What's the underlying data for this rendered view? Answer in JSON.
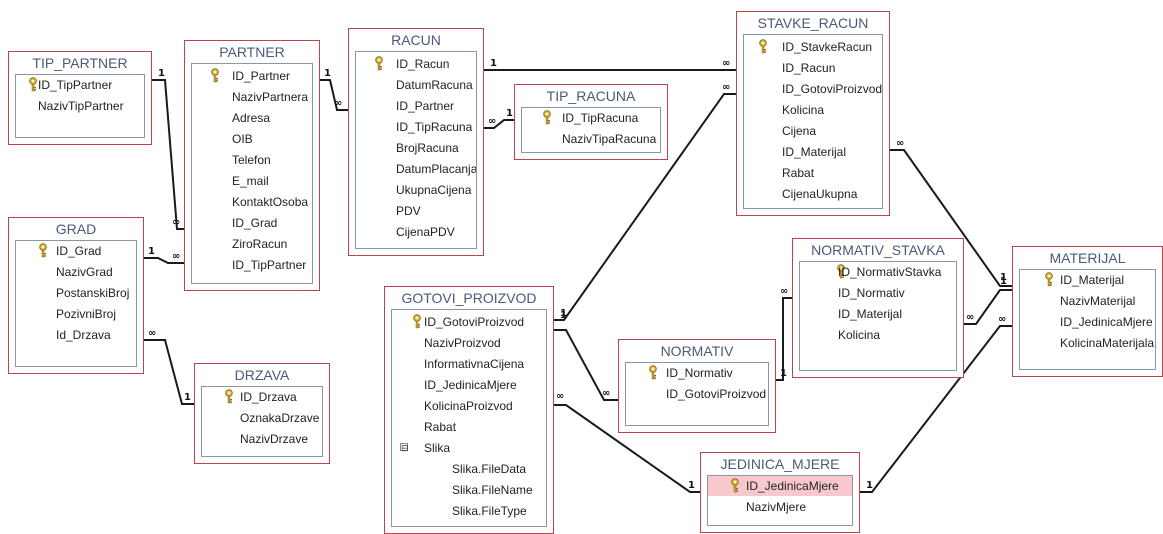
{
  "tables": [
    {
      "id": "tip_partner",
      "title": "TIP_PARTNER",
      "fields": [
        {
          "name": "ID_TipPartner",
          "key": true
        },
        {
          "name": "NazivTipPartner"
        }
      ]
    },
    {
      "id": "partner",
      "title": "PARTNER",
      "fields": [
        {
          "name": "ID_Partner",
          "key": true
        },
        {
          "name": "NazivPartnera"
        },
        {
          "name": "Adresa"
        },
        {
          "name": "OIB"
        },
        {
          "name": "Telefon"
        },
        {
          "name": "E_mail"
        },
        {
          "name": "KontaktOsoba"
        },
        {
          "name": "ID_Grad"
        },
        {
          "name": "ZiroRacun"
        },
        {
          "name": "ID_TipPartner"
        }
      ]
    },
    {
      "id": "racun",
      "title": "RACUN",
      "fields": [
        {
          "name": "ID_Racun",
          "key": true
        },
        {
          "name": "DatumRacuna"
        },
        {
          "name": "ID_Partner"
        },
        {
          "name": "ID_TipRacuna"
        },
        {
          "name": "BrojRacuna"
        },
        {
          "name": "DatumPlacanja"
        },
        {
          "name": "UkupnaCijena"
        },
        {
          "name": "PDV"
        },
        {
          "name": "CijenaPDV"
        }
      ]
    },
    {
      "id": "tip_racuna",
      "title": "TIP_RACUNA",
      "fields": [
        {
          "name": "ID_TipRacuna",
          "key": true
        },
        {
          "name": "NazivTipaRacuna"
        }
      ]
    },
    {
      "id": "stavke_racun",
      "title": "STAVKE_RACUN",
      "fields": [
        {
          "name": "ID_StavkeRacun",
          "key": true
        },
        {
          "name": "ID_Racun"
        },
        {
          "name": "ID_GotoviProizvod"
        },
        {
          "name": "Kolicina"
        },
        {
          "name": "Cijena"
        },
        {
          "name": "ID_Materijal"
        },
        {
          "name": "Rabat"
        },
        {
          "name": "CijenaUkupna"
        }
      ]
    },
    {
      "id": "grad",
      "title": "GRAD",
      "fields": [
        {
          "name": "ID_Grad",
          "key": true
        },
        {
          "name": "NazivGrad"
        },
        {
          "name": "PostanskiBroj"
        },
        {
          "name": "PozivniBroj"
        },
        {
          "name": "Id_Drzava"
        }
      ]
    },
    {
      "id": "drzava",
      "title": "DRZAVA",
      "fields": [
        {
          "name": "ID_Drzava",
          "key": true
        },
        {
          "name": "OznakaDrzave"
        },
        {
          "name": "NazivDrzave"
        }
      ]
    },
    {
      "id": "gotovi_proizvod",
      "title": "GOTOVI_PROIZVOD",
      "fields": [
        {
          "name": "ID_GotoviProizvod",
          "key": true
        },
        {
          "name": "NazivProizvod"
        },
        {
          "name": "InformativnaCijena"
        },
        {
          "name": "ID_JedinicaMjere"
        },
        {
          "name": "KolicinaProizvod"
        },
        {
          "name": "Rabat"
        },
        {
          "name": "Slika",
          "expander": "⊟"
        },
        {
          "name": "Slika.FileData",
          "indent": true
        },
        {
          "name": "Slika.FileName",
          "indent": true
        },
        {
          "name": "Slika.FileType",
          "indent": true
        }
      ]
    },
    {
      "id": "normativ",
      "title": "NORMATIV",
      "fields": [
        {
          "name": "ID_Normativ",
          "key": true
        },
        {
          "name": "ID_GotoviProizvod"
        }
      ]
    },
    {
      "id": "normativ_stavka",
      "title": "NORMATIV_STAVKA",
      "fields": [
        {
          "name": "ID_NormativStavka",
          "key": true
        },
        {
          "name": "ID_Normativ"
        },
        {
          "name": "ID_Materijal"
        },
        {
          "name": "Kolicina"
        }
      ]
    },
    {
      "id": "jedinica_mjere",
      "title": "JEDINICA_MJERE",
      "fields": [
        {
          "name": "ID_JedinicaMjere",
          "key": true,
          "highlight": true
        },
        {
          "name": "NazivMjere"
        }
      ]
    },
    {
      "id": "materijal",
      "title": "MATERIJAL",
      "fields": [
        {
          "name": "ID_Materijal",
          "key": true
        },
        {
          "name": "NazivMaterijal"
        },
        {
          "name": "ID_JedinicaMjere"
        },
        {
          "name": "KolicinaMaterijala"
        }
      ]
    }
  ],
  "relationships": [
    {
      "from": "tip_partner",
      "to": "partner",
      "from_card": "1",
      "to_card": "∞"
    },
    {
      "from": "grad",
      "to": "partner",
      "from_card": "1",
      "to_card": "∞"
    },
    {
      "from": "partner",
      "to": "racun",
      "from_card": "1",
      "to_card": "∞"
    },
    {
      "from": "tip_racuna",
      "to": "racun",
      "from_card": "1",
      "to_card": "∞"
    },
    {
      "from": "racun",
      "to": "stavke_racun",
      "from_card": "1",
      "to_card": "∞"
    },
    {
      "from": "drzava",
      "to": "grad",
      "from_card": "1",
      "to_card": "∞"
    },
    {
      "from": "gotovi_proizvod",
      "to": "stavke_racun",
      "from_card": "1",
      "to_card": "∞"
    },
    {
      "from": "gotovi_proizvod",
      "to": "normativ",
      "from_card": "1",
      "to_card": "∞"
    },
    {
      "from": "jedinica_mjere",
      "to": "gotovi_proizvod",
      "from_card": "1",
      "to_card": "∞"
    },
    {
      "from": "normativ",
      "to": "normativ_stavka",
      "from_card": "1",
      "to_card": "∞"
    },
    {
      "from": "materijal",
      "to": "normativ_stavka",
      "from_card": "1",
      "to_card": "∞"
    },
    {
      "from": "materijal",
      "to": "stavke_racun",
      "from_card": "1",
      "to_card": "∞"
    },
    {
      "from": "jedinica_mjere",
      "to": "materijal",
      "from_card": "1",
      "to_card": "∞"
    }
  ]
}
